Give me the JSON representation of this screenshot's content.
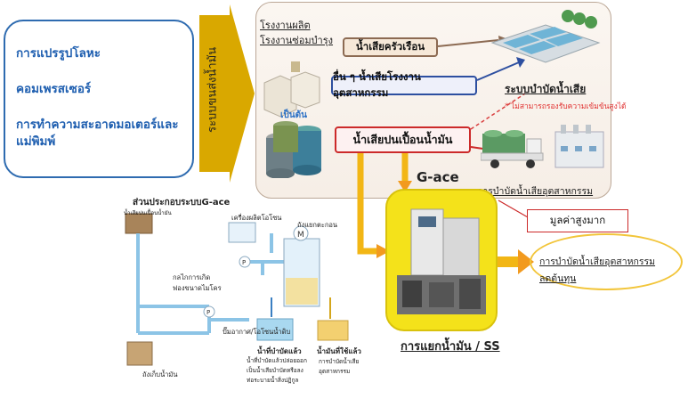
{
  "industries": [
    "การแปรรูปโลหะ",
    "คอมเพรสเซอร์",
    "การทำความสะอาดมอเตอร์และ",
    "แม่พิมพ์"
  ],
  "vertical_label": "ระบบขนส่งน้ำมัน",
  "factory_labels": [
    "โรงงานผลิต",
    "โรงงานซ่อมบำรุง"
  ],
  "drum_label": "เป็นต้น",
  "household_wastewater": "น้ำเสียครัวเรือน",
  "industrial_wastewater": "อื่น ๆ น้ำเสียโรงงานอุตสาหกรรม",
  "treatment_system": "ระบบบำบัดน้ำเสีย",
  "treatment_note": "* ไม่สามารถรองรับความเข้มข้นสูงได้",
  "oily_wastewater": "น้ำเสียปนเปื้อนน้ำมัน",
  "industrial_treatment": "การบำบัดน้ำเสียอุตสาหกรรม",
  "gace_title": "G-ace",
  "high_cost": "มูลค่าสูงมาก",
  "result": [
    "การบำบัดน้ำเสียอุตสาหกรรม",
    "ลดต้นทุน"
  ],
  "separation": "การแยกน้ำมัน / SS",
  "components": {
    "title": "ส่วนประกอบระบบG-ace",
    "oily_water": "น้ำเสียปนเปื้อนน้ำมัน",
    "ozone": "เครื่องผลิตโอโซน",
    "separator_tank": "ถังแยกตะกอน",
    "microbubble": [
      "กลไกการเกิด",
      "ฟองขนาดไมโคร"
    ],
    "pump": "ปั๊มอากาศ/โอโซนน้ำดิบ",
    "oil_tank": "ถังเก็บน้ำมัน",
    "treated_title": "น้ำที่บำบัดแล้ว",
    "treated_desc": [
      "น้ำที่บำบัดแล้วปล่อยออก",
      "เป็นน้ำเสียบำบัดหรือลง",
      "ท่อระบายน้ำสิ่งปฏิกูล"
    ],
    "recovered_title": "น้ำมันที่ใช้แล้ว",
    "recovered_desc": [
      "การบำบัดน้ำเสีย",
      "อุตสาหกรรม"
    ]
  },
  "colors": {
    "blue": "#1f5fb0",
    "red": "#cc2a2a",
    "gold": "#d9a800",
    "yellow": "#f2c53a",
    "orange": "#f29a1f"
  }
}
